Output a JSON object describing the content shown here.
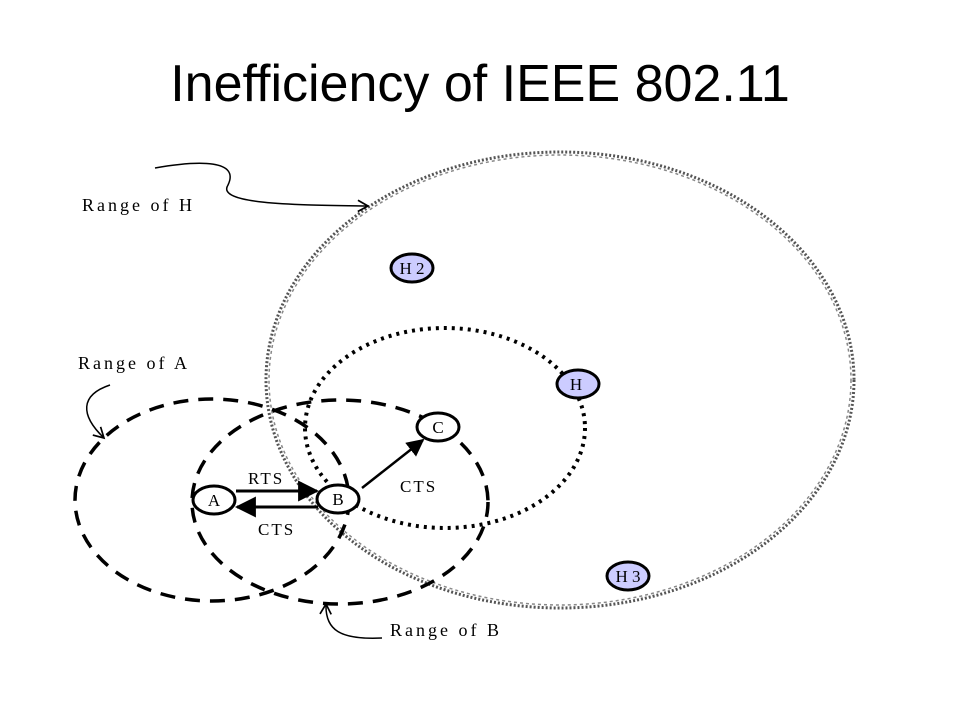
{
  "slide": {
    "title": "Inefficiency of IEEE 802.11"
  },
  "colors": {
    "hidden_node_fill": "#ccccff",
    "node_fill": "#ffffff",
    "stroke": "#000000"
  },
  "labels": {
    "range_of_h": "Range of H",
    "range_of_a": "Range of A",
    "range_of_b": "Range of B",
    "rts": "RTS",
    "cts_from_b_to_a": "CTS",
    "cts_from_b_to_c": "CTS"
  },
  "nodes": {
    "a": "A",
    "b": "B",
    "c": "C",
    "h": "H",
    "h2": "H 2",
    "h3": "H 3"
  }
}
